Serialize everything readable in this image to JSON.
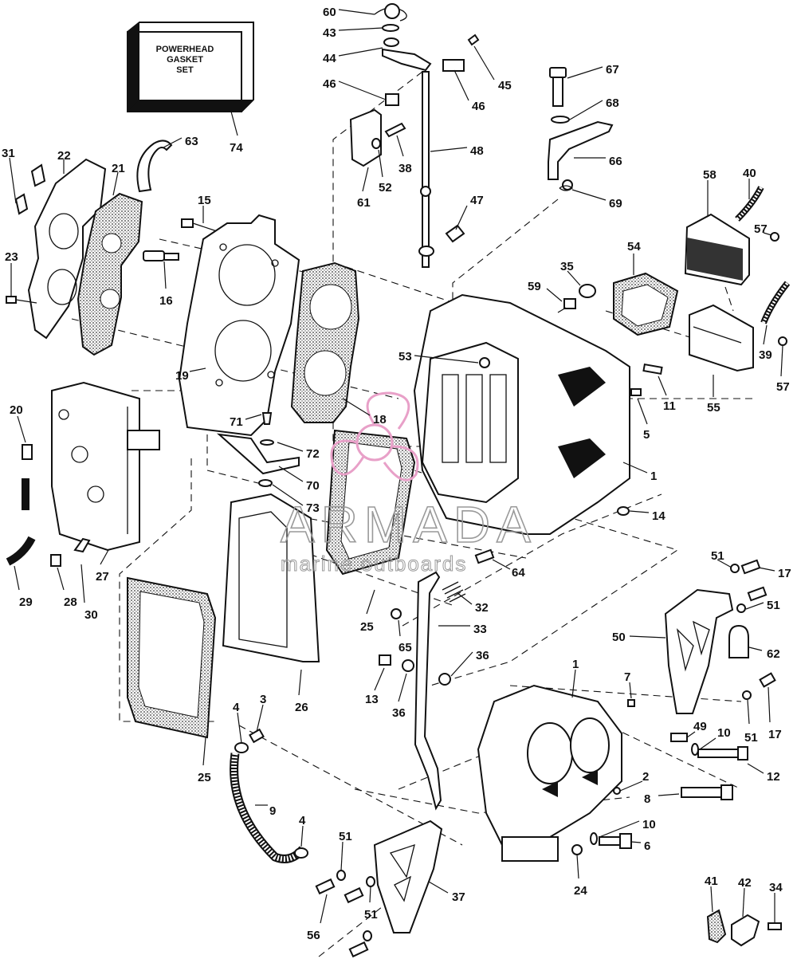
{
  "gasket_box": {
    "line1": "POWERHEAD",
    "line2": "GASKET",
    "line3": "SET"
  },
  "watermark": {
    "title": "ARMADA",
    "subtitle": "marine outboards"
  },
  "callouts": [
    "60",
    "43",
    "44",
    "46",
    "45",
    "46",
    "67",
    "68",
    "66",
    "69",
    "48",
    "38",
    "52",
    "61",
    "47",
    "63",
    "74",
    "31",
    "22",
    "21",
    "15",
    "16",
    "23",
    "58",
    "40",
    "57",
    "54",
    "35",
    "59",
    "53",
    "39",
    "57",
    "55",
    "11",
    "5",
    "1",
    "19",
    "18",
    "71",
    "72",
    "70",
    "73",
    "20",
    "27",
    "28",
    "30",
    "29",
    "14",
    "64",
    "51",
    "17",
    "32",
    "33",
    "65",
    "36",
    "36",
    "13",
    "51",
    "50",
    "62",
    "25",
    "26",
    "25",
    "7",
    "1",
    "51",
    "17",
    "49",
    "10",
    "12",
    "2",
    "8",
    "10",
    "6",
    "24",
    "4",
    "3",
    "9",
    "4",
    "51",
    "37",
    "51",
    "56",
    "41",
    "42",
    "34"
  ]
}
